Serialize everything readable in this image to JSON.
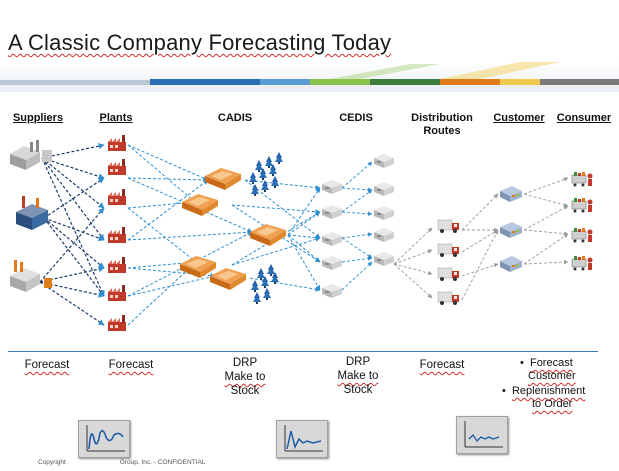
{
  "title": "A Classic Company Forecasting Today",
  "brand_colors": [
    "#2a6fb5",
    "#5b9bd5",
    "#8bc34a",
    "#3d7a3d",
    "#e07b1a",
    "#f2c94c",
    "#7a7a7a"
  ],
  "stages": [
    {
      "name": "Suppliers",
      "label": "Forecast"
    },
    {
      "name": "Plants",
      "label": "Forecast"
    },
    {
      "name": "CADIS",
      "label_lines": [
        "DRP",
        "Make to",
        "Stock"
      ]
    },
    {
      "name": "CEDIS",
      "label_lines": [
        "DRP",
        "Make to",
        "Stock"
      ]
    },
    {
      "name_lines": [
        "Distribution",
        "Routes"
      ],
      "label": "Forecast"
    },
    {
      "name": "Customer"
    },
    {
      "name": "Consumer"
    }
  ],
  "bullets": [
    {
      "lines": [
        "Forecast",
        "Customer"
      ]
    },
    {
      "lines": [
        "Replenishment",
        "to Order"
      ]
    }
  ],
  "footer": {
    "left": "Copyright",
    "right": "Group, Inc. - CONFIDENTIAL"
  },
  "icons": [
    "warehouse-icon",
    "factory-icon",
    "distribution-center-icon",
    "store-icon",
    "truck-icon",
    "shopping-cart-icon",
    "tree-icon",
    "chart-thumbnail-icon"
  ]
}
